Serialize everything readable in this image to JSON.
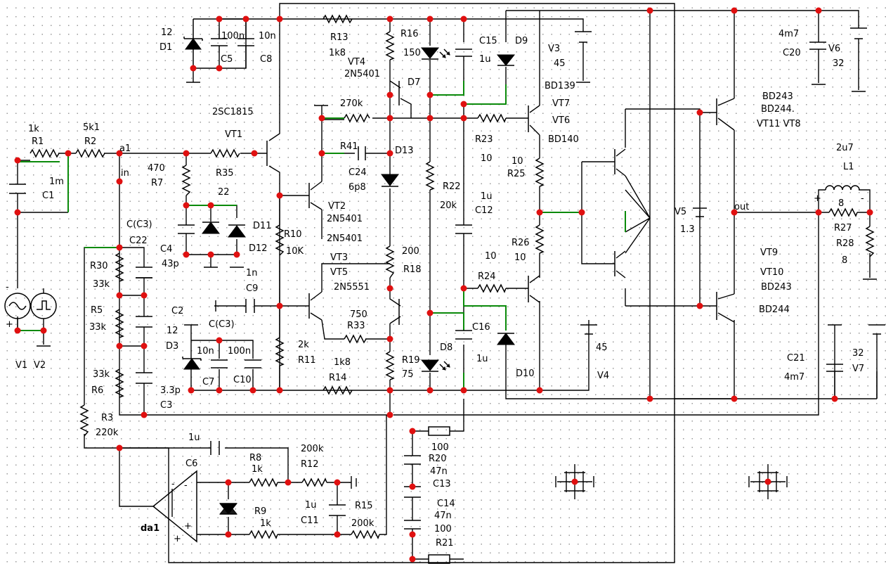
{
  "schematic": {
    "labels": {
      "d1": [
        "12",
        "D1"
      ],
      "c5": [
        "100n",
        "C5"
      ],
      "c8": [
        "10n",
        "C8"
      ],
      "r13": [
        "R13",
        "1k8"
      ],
      "r16": [
        "R16",
        "150"
      ],
      "c15": [
        "C15",
        "1u"
      ],
      "d9": [
        "D9"
      ],
      "v3": [
        "V3",
        "45"
      ],
      "v6": [
        "V6",
        "32"
      ],
      "c20": [
        "4m7",
        "C20"
      ],
      "vt4": [
        "VT4",
        "2N5401"
      ],
      "d7": [
        "D7"
      ],
      "bd139": [
        "BD139"
      ],
      "vt7": [
        "VT7",
        "VT6",
        "BD140"
      ],
      "bd243": [
        "BD243",
        "BD244.",
        "VT11 VT8"
      ],
      "sc1815": [
        "2SC1815"
      ],
      "vt1": [
        "VT1"
      ],
      "r270": [
        "270k"
      ],
      "r23": [
        "R23",
        "10"
      ],
      "r25": [
        "10",
        "R25"
      ],
      "l1": [
        "2u7",
        "L1"
      ],
      "r1": [
        "1k",
        "R1"
      ],
      "r2": [
        "5k1",
        "R2"
      ],
      "a1": [
        "a1",
        "in"
      ],
      "r7": [
        "470",
        "R7"
      ],
      "r35": [
        "R35"
      ],
      "r41": [
        "R41"
      ],
      "c24": [
        "C24",
        "6p8"
      ],
      "d13": [
        "D13"
      ],
      "c1": [
        "1m",
        "C1"
      ],
      "d22": [
        "22"
      ],
      "vt2": [
        "VT2",
        "2N5401",
        "2N5401"
      ],
      "r22": [
        "R22",
        "20k"
      ],
      "c12": [
        "1u",
        "C12"
      ],
      "v5": [
        "V5",
        "1.3"
      ],
      "out": [
        "out"
      ],
      "r27": [
        "8",
        "R27"
      ],
      "r28": [
        "R28",
        "8"
      ],
      "cc3a": [
        "C(C3)",
        "C22"
      ],
      "d11": [
        "D11",
        "D12"
      ],
      "r10": [
        "R10",
        "10K"
      ],
      "c4": [
        "C4",
        "43p",
        "1n"
      ],
      "r30": [
        "R30",
        "33k"
      ],
      "r26": [
        "R26",
        "10"
      ],
      "vt3": [
        "VT3",
        "VT5",
        "2N5551"
      ],
      "r18": [
        "200",
        "R18"
      ],
      "r24": [
        "10",
        "R24"
      ],
      "vt9": [
        "VT9",
        "VT10",
        "BD243",
        "BD244"
      ],
      "c9": [
        "C9"
      ],
      "c2": [
        "C2",
        "12",
        "D3",
        "C(C3)"
      ],
      "r5": [
        "R5",
        "33k"
      ],
      "r33": [
        "750",
        "R33"
      ],
      "c16": [
        "C16",
        "1u"
      ],
      "d8": [
        "D8"
      ],
      "v4": [
        "45",
        "V4"
      ],
      "v1v2": [
        "V1",
        "V2"
      ],
      "c7": [
        "10n",
        "C7",
        "100n",
        "C10"
      ],
      "r11": [
        "2k",
        "R11"
      ],
      "r14": [
        "1k8",
        "R14"
      ],
      "r19": [
        "R19",
        "75"
      ],
      "d10": [
        "D10"
      ],
      "c21": [
        "C21",
        "4m7"
      ],
      "v7": [
        "32",
        "V7"
      ],
      "r6": [
        "33k",
        "R6"
      ],
      "c3": [
        "3.3p",
        "C3"
      ],
      "r3": [
        "R3",
        "220k"
      ],
      "c6": [
        "1u",
        "C6"
      ],
      "r8": [
        "R8",
        "1k"
      ],
      "r12": [
        "200k",
        "R12"
      ],
      "r20": [
        "100",
        "R20",
        "47n"
      ],
      "c13": [
        "C13",
        "C14",
        "47n"
      ],
      "c11": [
        "1u",
        "C11"
      ],
      "r15": [
        "R15",
        "200k"
      ],
      "r9": [
        "R9",
        "1k"
      ],
      "r21": [
        "100",
        "R21"
      ],
      "da1": [
        "da1"
      ],
      "opamp_signs": [
        "-",
        "+",
        "-",
        "+"
      ],
      "src_signs": [
        "-",
        "+"
      ],
      "spk_signs": [
        "+",
        "-"
      ]
    },
    "colors": {
      "wire": "#000000",
      "highlight_wire": "#0a8a0a",
      "node": "#e01010",
      "grid_dot": "#9a9a9a"
    },
    "icons": [
      "ac-source-icon",
      "square-source-icon",
      "opamp-icon",
      "speaker-terminal-icon",
      "probe-marker-icon"
    ]
  }
}
